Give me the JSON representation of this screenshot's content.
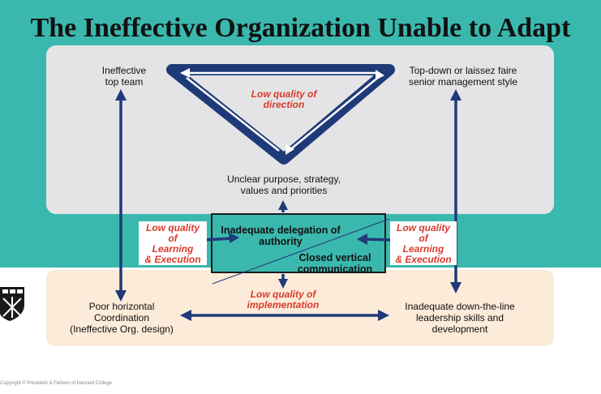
{
  "title": "The Ineffective Organization Unable to Adapt",
  "nodes": {
    "top_left": "Ineffective\ntop team",
    "top_right": "Top-down or laissez faire\nsenior management style",
    "middle": "Unclear purpose, strategy,\nvalues and priorities",
    "delegation": "Inadequate delegation of\nauthority",
    "vertical": "Closed vertical\ncommunication",
    "bottom_left": "Poor horizontal\nCoordination\n(Ineffective Org. design)",
    "bottom_right": "Inadequate down-the-line\nleadership skills and\ndevelopment"
  },
  "labels": {
    "direction": "Low quality of\ndirection",
    "learning_left": "Low quality\nof\nLearning\n& Execution",
    "learning_right": "Low quality\nof\nLearning\n& Execution",
    "implementation": "Low quality of\nimplementation"
  },
  "copyright": "Copyright © President & Fellows of Harvard College",
  "colors": {
    "teal": "#3bb8ae",
    "arrow": "#1f3a78",
    "red_text": "#d9392b",
    "gray_panel": "#e4e4e6",
    "cream_panel": "#fcebd9"
  }
}
